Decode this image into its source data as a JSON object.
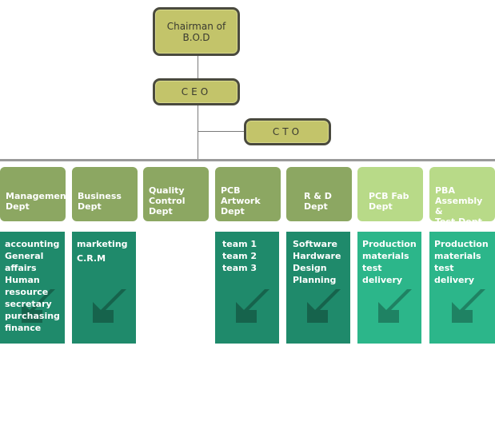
{
  "top": {
    "chairman": "Chairman of\nB.O.D",
    "ceo": "CEO",
    "cto": "CTO"
  },
  "departments": [
    {
      "label": "Management\nDept",
      "tone": "dark"
    },
    {
      "label": "Business\nDept",
      "tone": "dark"
    },
    {
      "label": "Quality\nControl\nDept",
      "tone": "dark"
    },
    {
      "label": "PCB\nArtwork\nDept",
      "tone": "dark"
    },
    {
      "label": "R & D\nDept",
      "tone": "dark"
    },
    {
      "label": "PCB Fab\nDept",
      "tone": "light"
    },
    {
      "label": "PBA\nAssembly &\nTest Dept",
      "tone": "light"
    }
  ],
  "panels": [
    {
      "tone": "dark",
      "items": [
        "accounting",
        "General",
        "affairs",
        "Human",
        "resource",
        "secretary",
        "purchasing",
        "finance"
      ]
    },
    {
      "tone": "dark",
      "items": [
        "marketing",
        "C.R.M"
      ]
    },
    {
      "tone": "none",
      "items": []
    },
    {
      "tone": "dark",
      "items": [
        "team 1",
        "team 2",
        "team 3"
      ]
    },
    {
      "tone": "dark",
      "items": [
        "Software",
        "Hardware",
        "Design",
        "Planning"
      ]
    },
    {
      "tone": "light",
      "items": [
        "Production",
        "materials",
        "test",
        "delivery"
      ]
    },
    {
      "tone": "light",
      "items": [
        "Production",
        "materials",
        "test",
        "delivery"
      ]
    }
  ],
  "colors": {
    "node_fill": "#c3c46a",
    "node_border": "#4a4a3e",
    "dept_dark": "#8ca762",
    "dept_light": "#b8da88",
    "panel_dark": "#1f8a6b",
    "panel_light": "#2cb68a"
  }
}
